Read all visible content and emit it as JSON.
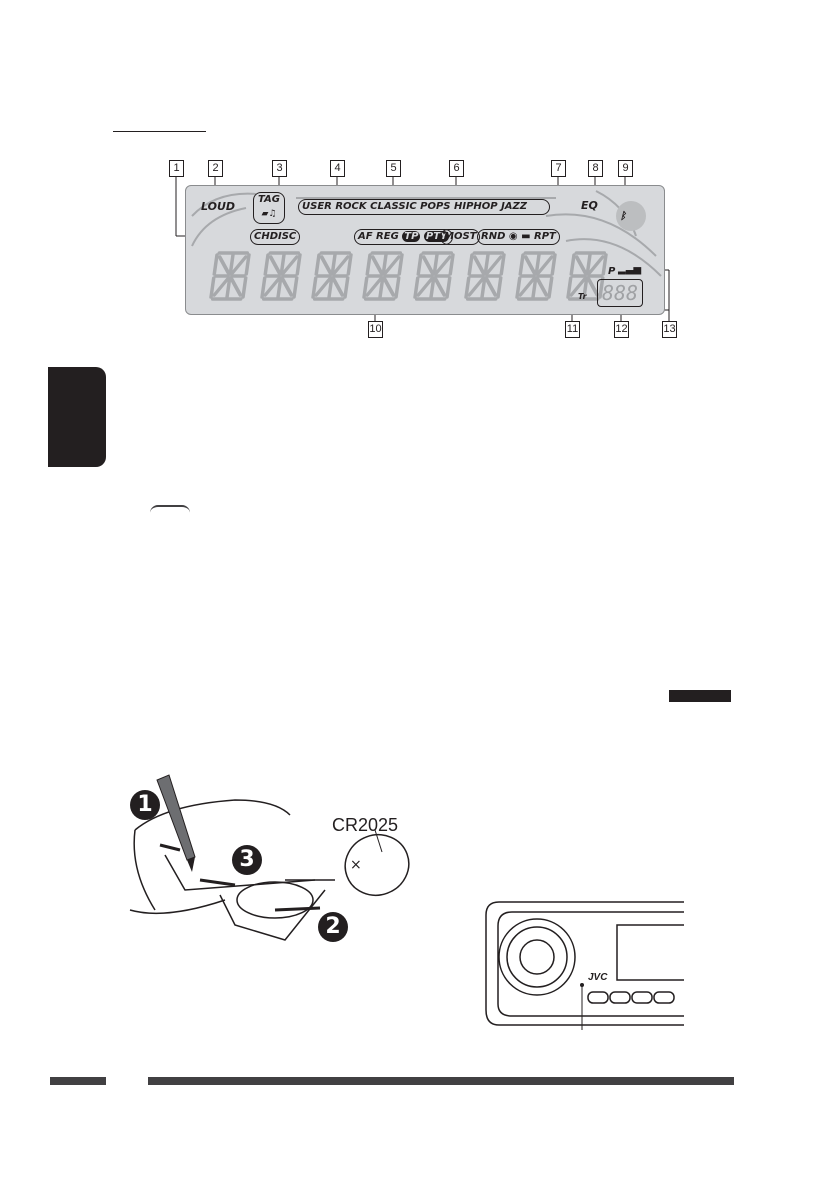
{
  "callouts": [
    "1",
    "2",
    "3",
    "4",
    "5",
    "6",
    "7",
    "8",
    "9",
    "10",
    "11",
    "12",
    "13"
  ],
  "lcd": {
    "loud": "LOUD",
    "tag": "TAG",
    "chdisc": "CHDISC",
    "eq_modes": "USER ROCK CLASSIC POPS HIPHOP JAZZ",
    "eq": "EQ",
    "af_reg": "AF REG",
    "tp": "TP",
    "pty": "PTY",
    "most": "MOST",
    "rnd": "RND",
    "rpt": "RPT",
    "p_label": "P",
    "tr_label": "Tr",
    "digits": "888"
  },
  "battery": {
    "label": "CR2025",
    "step1": "1",
    "step2": "2",
    "step3": "3",
    "plus": "×"
  },
  "unit": {
    "brand": "JVC"
  },
  "colors": {
    "lcd_bg": "#d7d9dc",
    "ink": "#231f20",
    "bar": "#414042"
  }
}
